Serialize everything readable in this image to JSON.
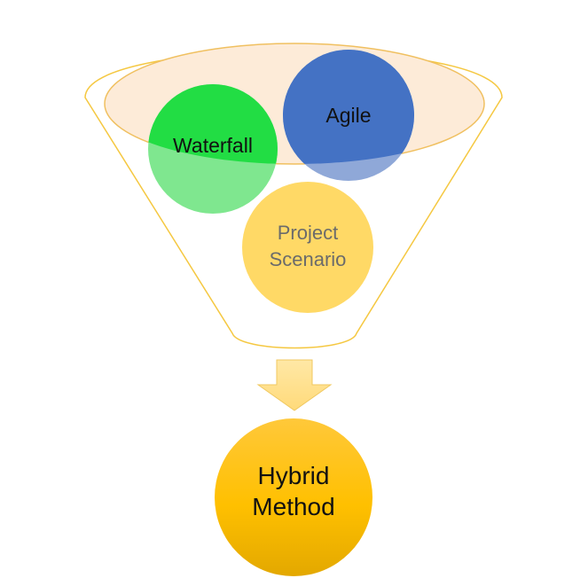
{
  "diagram": {
    "inputs": {
      "waterfall": {
        "label": "Waterfall",
        "color": "#22DD44"
      },
      "agile": {
        "label": "Agile",
        "color": "#4472C4"
      },
      "scenario": {
        "label_line1": "Project",
        "label_line2": "Scenario",
        "color": "#FFD966"
      }
    },
    "output": {
      "label_line1": "Hybrid",
      "label_line2": "Method",
      "color": "#FFC000"
    },
    "funnel": {
      "outline_color": "#F5C842",
      "rim_fill": "#FDEBD8"
    },
    "arrow": {
      "color": "#FFE699"
    }
  }
}
